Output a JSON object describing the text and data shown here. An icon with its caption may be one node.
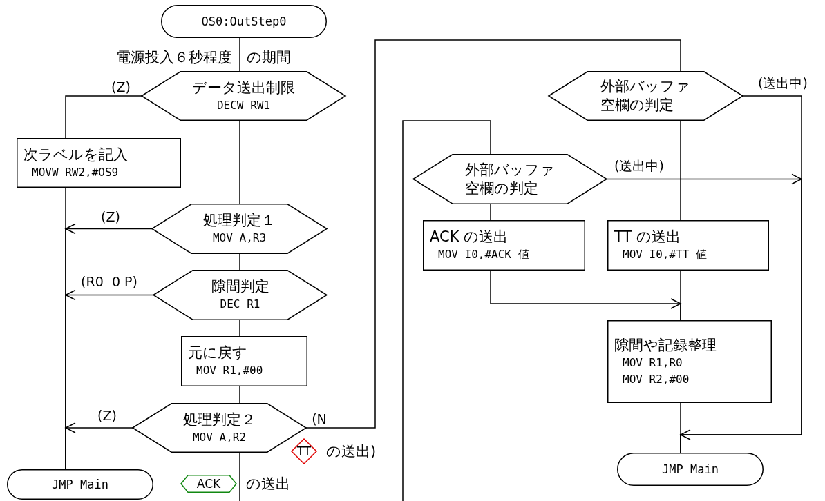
{
  "diagram": {
    "nodes": [
      {
        "text": [
          "OS0:OutStep0"
        ]
      },
      {
        "text": [
          "データ送出制限",
          "DECW RW1"
        ]
      },
      {
        "text": [
          "次ラベルを記入",
          "MOVW RW2,#OS9"
        ]
      },
      {
        "text": [
          "処理判定１",
          "MOV A,R3"
        ]
      },
      {
        "text": [
          "隙間判定",
          "DEC R1"
        ]
      },
      {
        "text": [
          "元に戻す",
          "MOV R1,#00"
        ]
      },
      {
        "text": [
          "処理判定２",
          "MOV A,R2"
        ]
      },
      {
        "text": [
          "JMP Main"
        ]
      },
      {
        "text": [
          "外部バッファ空欄の判定"
        ]
      },
      {
        "text": [
          "外部バッファ空欄の判定"
        ]
      },
      {
        "text": [
          "ACK の送出",
          "MOV I0,#ACK 値"
        ]
      },
      {
        "text": [
          "TT の送出",
          "MOV I0,#TT 値"
        ]
      },
      {
        "text": [
          "隙間や記録整理",
          "MOV R1,R0",
          "MOV R2,#00"
        ]
      },
      {
        "text": [
          "JMP Main"
        ]
      },
      {
        "text": [
          "TT"
        ],
        "beside": [
          "の送出)"
        ]
      },
      {
        "text": [
          "ACK"
        ],
        "beside": [
          "の送出"
        ]
      }
    ],
    "edges": [
      {
        "from": 0,
        "to": 1,
        "arrow": "none"
      },
      {
        "from": 1,
        "to": 2,
        "arrow": "none",
        "label": "(Z)"
      },
      {
        "from": 2,
        "to": 7,
        "arrow": "none"
      },
      {
        "from": 1,
        "to": 3,
        "arrow": "none"
      },
      {
        "from": 3,
        "to": 7,
        "arrow": "to",
        "label": "(Z)"
      },
      {
        "from": 3,
        "to": 4,
        "arrow": "none"
      },
      {
        "from": 4,
        "to": 7,
        "arrow": "to",
        "label": "(R0  0 P)"
      },
      {
        "from": 4,
        "to": 5,
        "arrow": "none"
      },
      {
        "from": 5,
        "to": 6,
        "arrow": "none"
      },
      {
        "from": 6,
        "to": 7,
        "arrow": "to",
        "label": "(Z)"
      },
      {
        "from": 6,
        "to": 8,
        "arrow": "none",
        "label": "(N"
      },
      {
        "from": 6,
        "to": null,
        "arrow": "none"
      },
      {
        "from": null,
        "to": 9,
        "arrow": "none"
      },
      {
        "from": 8,
        "to": 11,
        "arrow": "none"
      },
      {
        "from": 8,
        "to": 13,
        "arrow": "to",
        "label": "(送出中)"
      },
      {
        "from": 9,
        "to": 10,
        "arrow": "none"
      },
      {
        "from": 9,
        "to": 13,
        "arrow": "to",
        "label": "(送出中)"
      },
      {
        "from": 10,
        "to": 12,
        "arrow": "to"
      },
      {
        "from": 11,
        "to": 12,
        "arrow": "none"
      },
      {
        "from": 12,
        "to": 13,
        "arrow": "none"
      }
    ],
    "labels": [
      "電源投入６秒程度",
      "の期間"
    ]
  }
}
